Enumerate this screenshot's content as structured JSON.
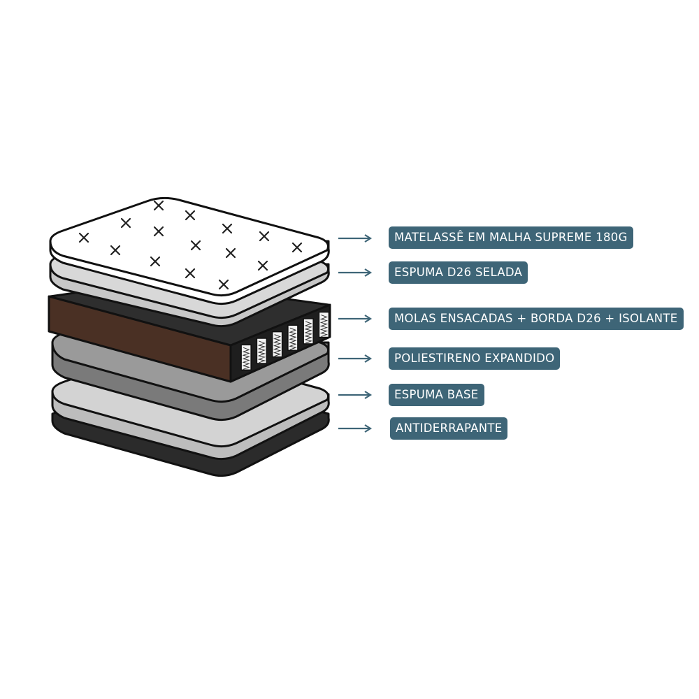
{
  "layers": [
    {
      "label": "MATELASSÊ EM MALHA SUPREME 180G"
    },
    {
      "label": "ESPUMA D26 SELADA"
    },
    {
      "label": "MOLAS ENSACADAS + BORDA D26 + ISOLANTE"
    },
    {
      "label": "POLIESTIRENO EXPANDIDO"
    },
    {
      "label": "ESPUMA BASE"
    },
    {
      "label": "ANTIDERRAPANTE"
    }
  ],
  "colors": {
    "label_bg": "#3e6577",
    "label_text": "#ffffff",
    "arrow": "#3e6577",
    "outline": "#111111",
    "quilt_top": "#ffffff",
    "foam_light": "#cfcfcf",
    "spring_dark": "#2e2e2e",
    "spring_brown": "#4a3024",
    "polystyrene": "#8e8e8e",
    "base_foam": "#c9c9c9",
    "antislip": "#2b2b2b"
  }
}
